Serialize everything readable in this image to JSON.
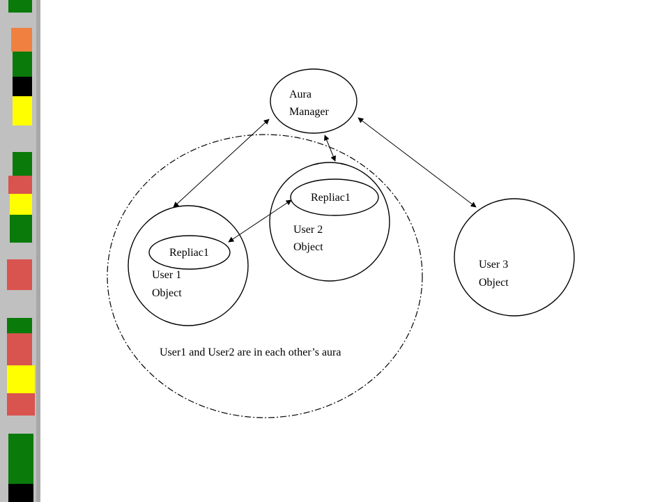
{
  "diagram": {
    "aura_manager": {
      "line1": "Aura",
      "line2": "Manager"
    },
    "user1": {
      "replica": "Repliac1",
      "line1": "User 1",
      "line2": "Object"
    },
    "user2": {
      "replica": "Repliac1",
      "line1": "User 2",
      "line2": "Object"
    },
    "user3": {
      "line1": "User 3",
      "line2": "Object"
    },
    "aura_caption": "User1 and User2 are in each other’s aura"
  },
  "colors": {
    "bar_grey": "#c0c0c0",
    "bar_green": "#0a7a0a",
    "bar_orange": "#f08040",
    "bar_black": "#000000",
    "bar_yellow": "#ffff00",
    "bar_red": "#d9534f"
  }
}
